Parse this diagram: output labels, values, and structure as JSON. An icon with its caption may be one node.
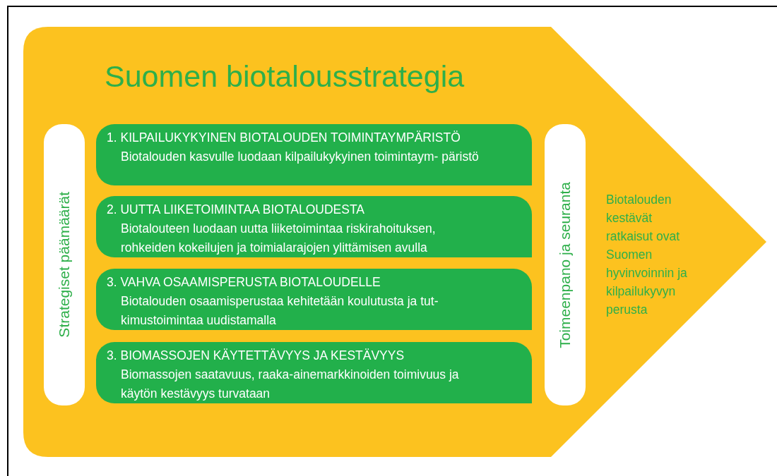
{
  "diagram": {
    "nodes": [
      {
        "text": [
          "Suomen biotalousstrategia",
          "Biotalouden kestävät ratkaisut ovat Suomen hyvinvoinnin ja kilpailukyvyn perusta"
        ]
      },
      {
        "text": [
          "Strategiset päämäärät"
        ],
        "in": 0
      },
      {
        "text": [
          "1. KILPAILUKYKYINEN BIOTALOUDEN TOIMINTAYMPÄRISTÖ",
          "Biotalouden kasvulle luodaan kilpailukykyinen toimintaym- päristö"
        ],
        "in": 0
      },
      {
        "text": [
          "2. UUTTA LIIKETOIMINTAA BIOTALOUDESTA",
          "Biotalouteen luodaan uutta liiketoimintaa riskirahoituksen, rohkeiden kokeilujen ja toimialarajojen ylittämisen avulla"
        ],
        "in": 0
      },
      {
        "text": [
          "3. VAHVA OSAAMISPERUSTA BIOTALOUDELLE",
          "Biotalouden osaamisperustaa kehitetään koulutusta ja tut- kimustoimintaa uudistamalla"
        ],
        "in": 0
      },
      {
        "text": [
          "3. BIOMASSOJEN KÄYTETTÄVYYS JA KESTÄVYYS",
          "Biomassojen saatavuus, raaka-ainemarkkinoiden toimivuus ja käytön kestävyys turvataan"
        ],
        "in": 0
      },
      {
        "text": [
          "Toimeenpano ja seuranta"
        ],
        "in": 0
      }
    ]
  }
}
